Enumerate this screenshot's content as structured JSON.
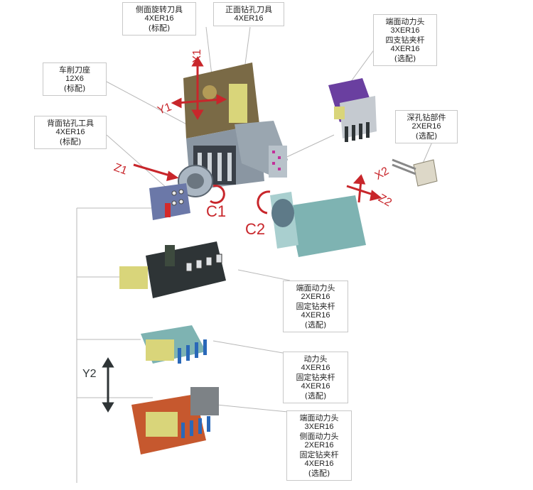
{
  "callouts": {
    "side_rotary": [
      "侧面旋转刀具",
      "4XER16",
      "(标配)"
    ],
    "front_drill": [
      "正面钻孔刀具",
      "4XER16"
    ],
    "end_power_3": [
      "端面动力头",
      "3XER16",
      "四支钻夹杆",
      "4XER16",
      "(选配)"
    ],
    "turning_holder": [
      "车削刀座",
      "12X6",
      "(标配)"
    ],
    "back_drill": [
      "背面钻孔工具",
      "4XER16",
      "(标配)"
    ],
    "deep_hole": [
      "深孔钻部件",
      "2XER16",
      "(选配)"
    ],
    "end_power_2": [
      "端面动力头",
      "2XER16",
      "固定钻夹杆",
      "4XER16",
      "(选配)"
    ],
    "power_head": [
      "动力头",
      "4XER16",
      "固定钻夹杆",
      "4XER16",
      "(选配)"
    ],
    "combo": [
      "端面动力头",
      "3XER16",
      "侧面动力头",
      "2XER16",
      "固定钻夹杆",
      "4XER16",
      "(选配)"
    ]
  },
  "axes": {
    "x1": "X1",
    "y1": "Y1",
    "z1": "Z1",
    "c1": "C1",
    "x2": "X2",
    "z2": "Z2",
    "c2": "C2",
    "y2": "Y2"
  },
  "colors": {
    "axis_red": "#c8262b",
    "leader": "#b8b8b8",
    "machine_gray": "#6b7680",
    "machine_dark": "#3a4048",
    "spindle_teal": "#7eb3b2",
    "head_purple": "#6a3fa0",
    "head_yellow": "#d9d57a",
    "block_orange": "#c6582e",
    "slide_dark": "#2e3436"
  }
}
